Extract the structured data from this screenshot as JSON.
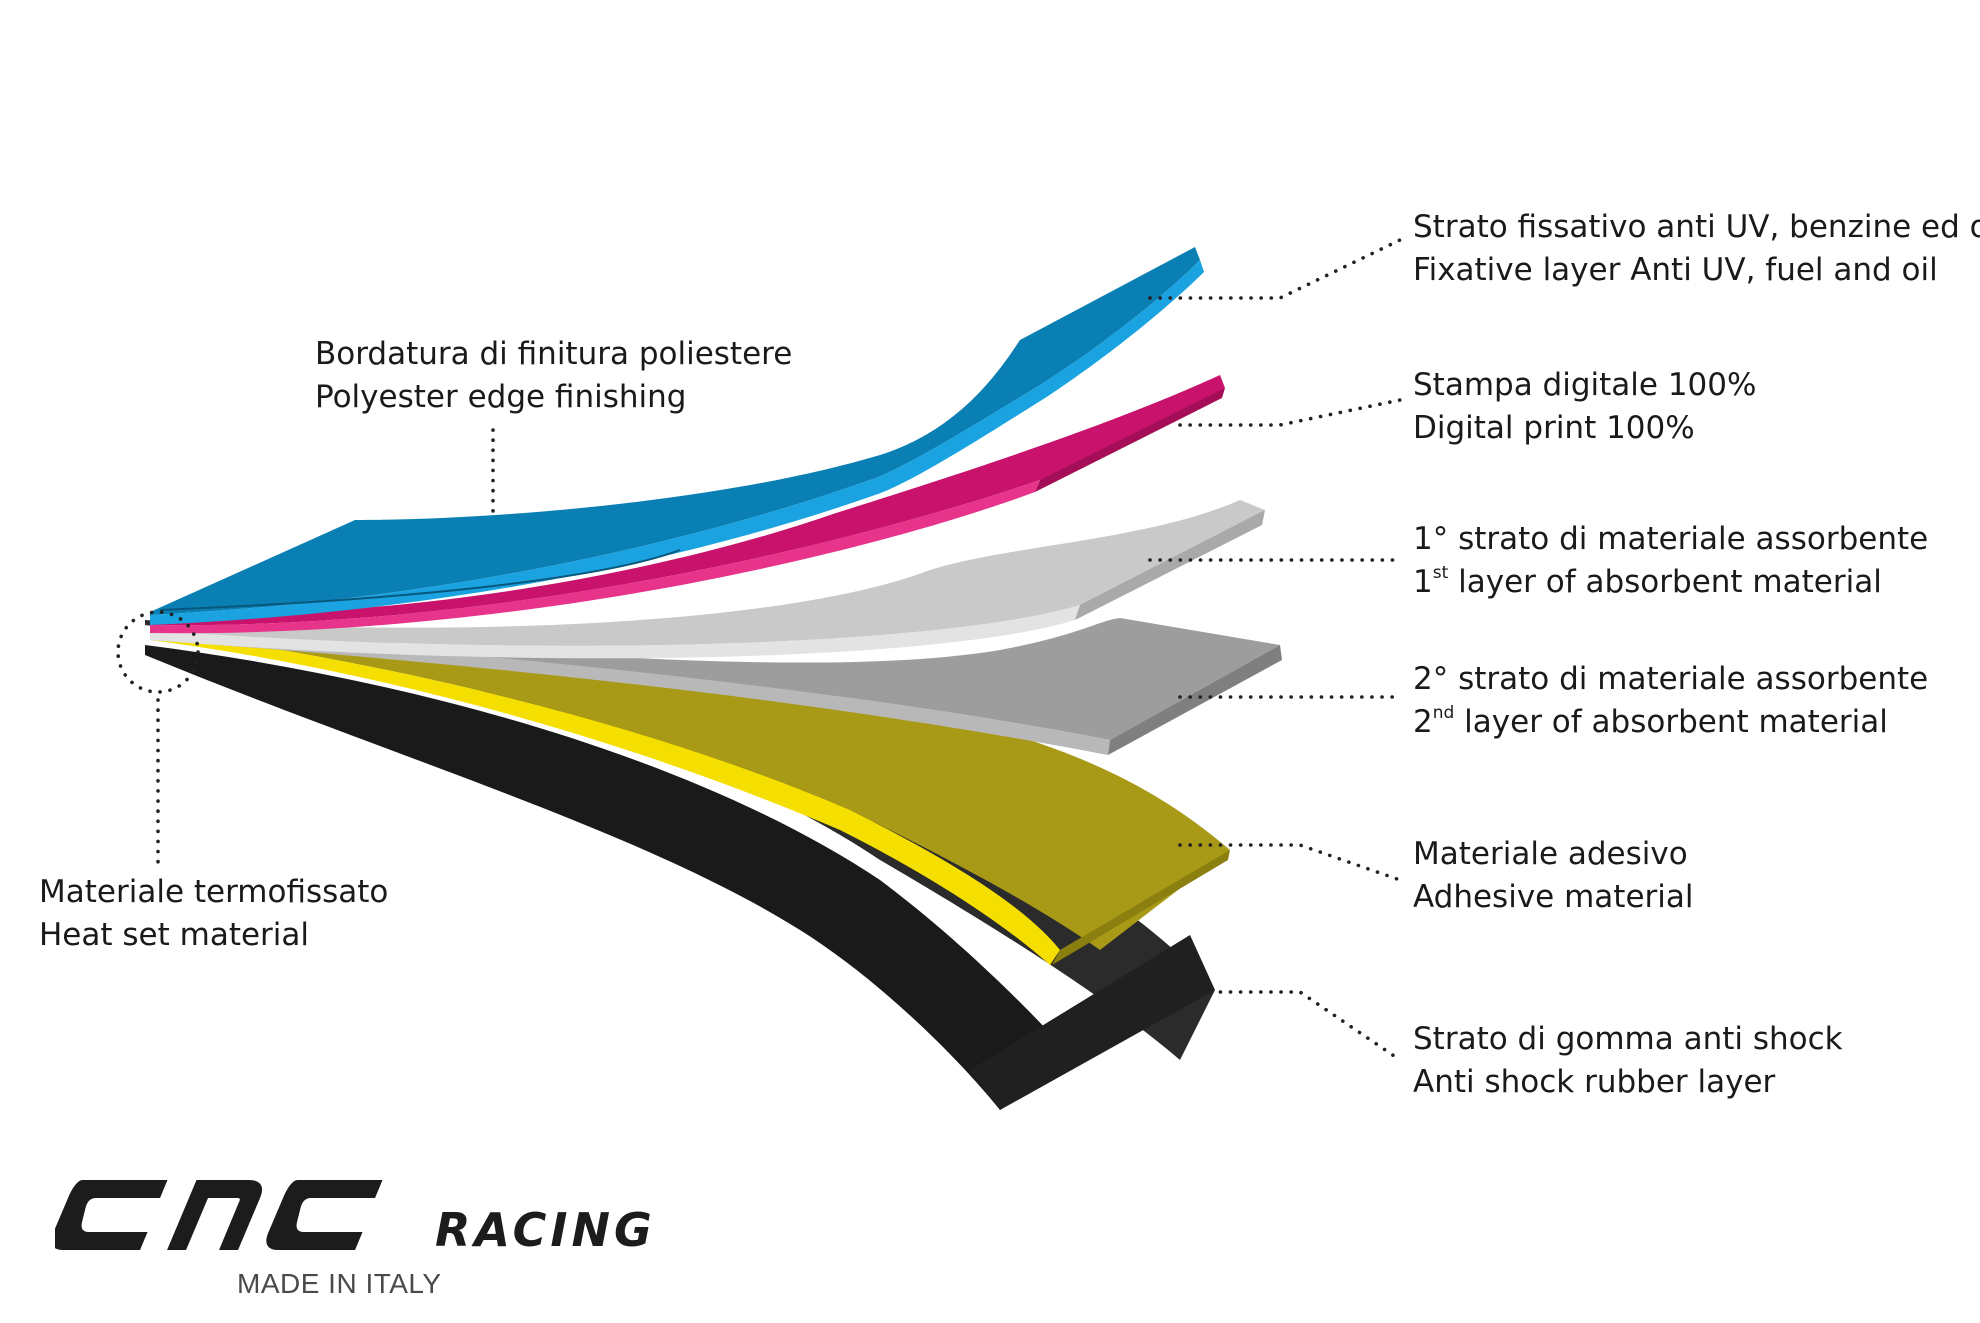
{
  "labels": {
    "fixative": {
      "it": "Strato fissativo anti UV, benzine ed oli",
      "en": "Fixative layer Anti UV, fuel and oil"
    },
    "print": {
      "it": "Stampa digitale 100%",
      "en": "Digital print 100%"
    },
    "absorbent1": {
      "it": "1° strato di materiale assorbente",
      "en_num": "1",
      "en_sup": "st",
      "en_rest": " layer of absorbent material"
    },
    "absorbent2": {
      "it": "2° strato di materiale assorbente",
      "en_num": "2",
      "en_sup": "nd",
      "en_rest": " layer of absorbent material"
    },
    "adhesive": {
      "it": "Materiale adesivo",
      "en": "Adhesive material"
    },
    "rubber": {
      "it": "Strato di gomma anti shock",
      "en": "Anti shock rubber layer"
    },
    "edge": {
      "it": "Bordatura di finitura poliestere",
      "en": "Polyester edge finishing"
    },
    "heatset": {
      "it": "Materiale termofissato",
      "en": "Heat set material"
    }
  },
  "logo": {
    "wordmark": "CNC",
    "racing": "RACING",
    "tagline": "MADE IN ITALY"
  },
  "colors": {
    "fixative_top": "#0a7fb3",
    "fixative_edge": "#1aa3e0",
    "print_top": "#c8126b",
    "print_edge": "#e8338b",
    "absorbent1_top": "#c9c9c9",
    "absorbent1_edge": "#a9a9a9",
    "absorbent2_top": "#9d9d9d",
    "absorbent2_edge": "#7f7f7f",
    "adhesive_top": "#a89a16",
    "adhesive_edge": "#f5df00",
    "rubber_top": "#2a2a2a",
    "rubber_edge": "#1a1a1a"
  }
}
